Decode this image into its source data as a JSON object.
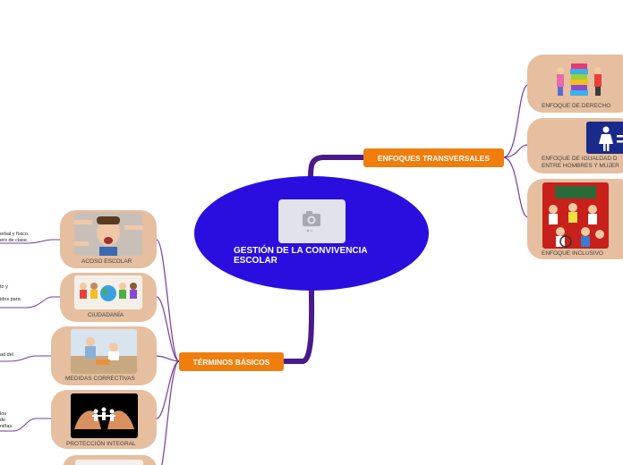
{
  "central": {
    "title_line1": "GESTIÓN DE LA CONVIVENCIA",
    "title_line2": "ESCOLAR",
    "image_icon": "camera-icon"
  },
  "branches": {
    "enfoques": "ENFOQUES TRANSVERSALES",
    "terminos": "TÉRMINOS BÁSICOS"
  },
  "enfoques_items": [
    {
      "label": "ENFOQUE DE DERECHO"
    },
    {
      "label_line1": "ENFOQUE DE IGUALDAD D",
      "label_line2": "ENTRE HOMBRES Y MUJER"
    },
    {
      "label": "ENFOQUE INCLUSIVO"
    }
  ],
  "terminos_items": [
    {
      "label": "ACOSO ESCOLAR",
      "note_line1": "erbal y físico.",
      "note_line2": "ero de clase."
    },
    {
      "label": "CIUDADANÍA",
      "note_line1": "to y",
      "note_line2": "idos para"
    },
    {
      "label": "MEDIDAS CORRECTIVAS",
      "note_line1": "ad del"
    },
    {
      "label": "PROTECCIÓN INTEGRAL",
      "note_line1": "los",
      "note_line2": "de",
      "note_line3": "niñas."
    }
  ],
  "colors": {
    "central": "#2a0ee0",
    "branch": "#f07e0c",
    "node": "#e6bfa0",
    "connector_main": "#4a1a8a",
    "connector_sub": "#7a3a9a"
  }
}
